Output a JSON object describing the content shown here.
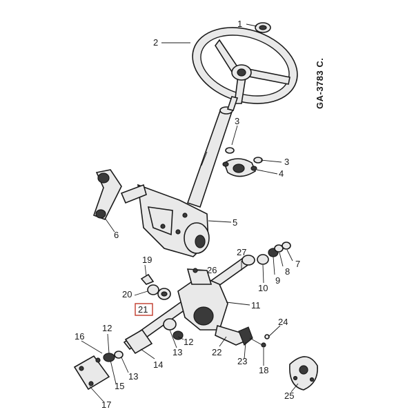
{
  "diagram": {
    "code": "GA-3783 C.",
    "highlight_color": "#c0392b",
    "highlighted_part": "21",
    "parts": {
      "p1": "1",
      "p2": "2",
      "p3a": "3",
      "p3b": "3",
      "p4": "4",
      "p5": "5",
      "p6": "6",
      "p7": "7",
      "p8": "8",
      "p9": "9",
      "p10": "10",
      "p11": "11",
      "p12a": "12",
      "p12b": "12",
      "p13a": "13",
      "p13b": "13",
      "p14": "14",
      "p15": "15",
      "p16": "16",
      "p17": "17",
      "p18": "18",
      "p19": "19",
      "p20": "20",
      "p21": "21",
      "p22": "22",
      "p23": "23",
      "p24": "24",
      "p25": "25",
      "p26": "26",
      "p27": "27"
    }
  }
}
